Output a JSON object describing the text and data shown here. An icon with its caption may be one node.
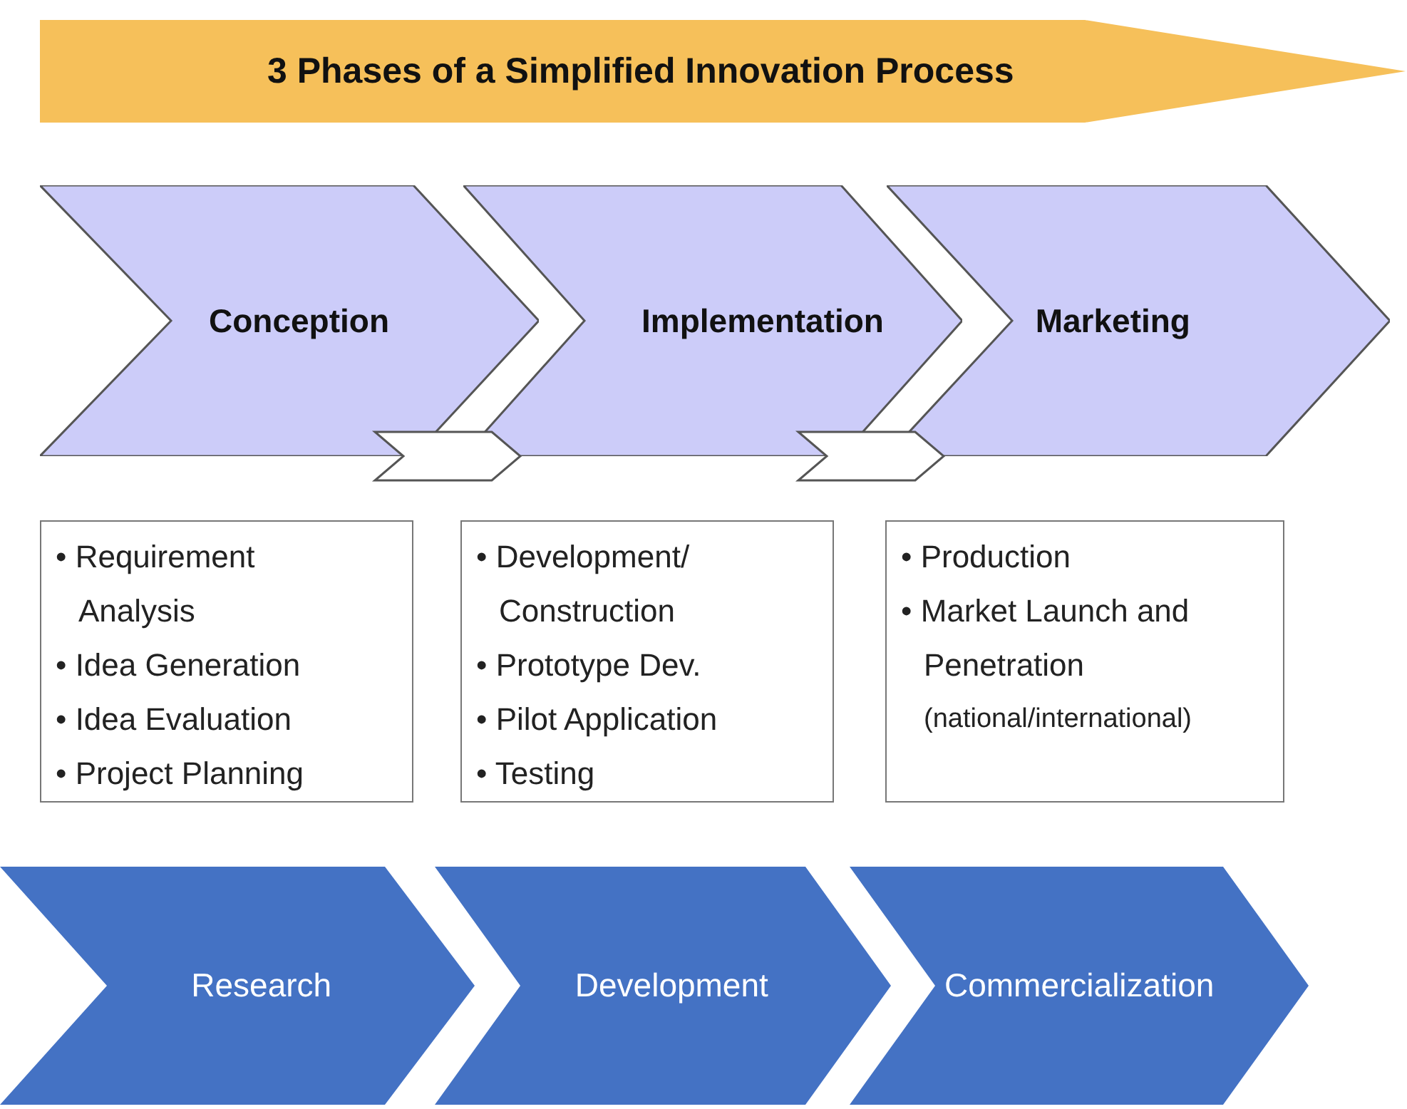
{
  "diagram": {
    "nodes": [
      {
        "text": [
          "3 Phases of a Simplified Innovation Process"
        ]
      },
      {
        "text": [
          "Conception"
        ]
      },
      {
        "text": [
          "Implementation"
        ]
      },
      {
        "text": [
          "Marketing"
        ]
      },
      {
        "text": [
          "• Requirement Analysis",
          "• Idea Generation",
          "• Idea Evaluation",
          "• Project Planning"
        ]
      },
      {
        "text": [
          "• Development/ Construction",
          "• Prototype Dev.",
          "• Pilot Application",
          "• Testing"
        ]
      },
      {
        "text": [
          "• Production",
          "• Market Launch and Penetration",
          "(national/international)"
        ]
      },
      {
        "text": [
          "Research"
        ]
      },
      {
        "text": [
          "Development"
        ]
      },
      {
        "text": [
          "Commercialization"
        ]
      }
    ],
    "edges": [
      {
        "from": 1,
        "to": 2,
        "arrow": "to"
      },
      {
        "from": 2,
        "to": 3,
        "arrow": "to"
      }
    ]
  }
}
